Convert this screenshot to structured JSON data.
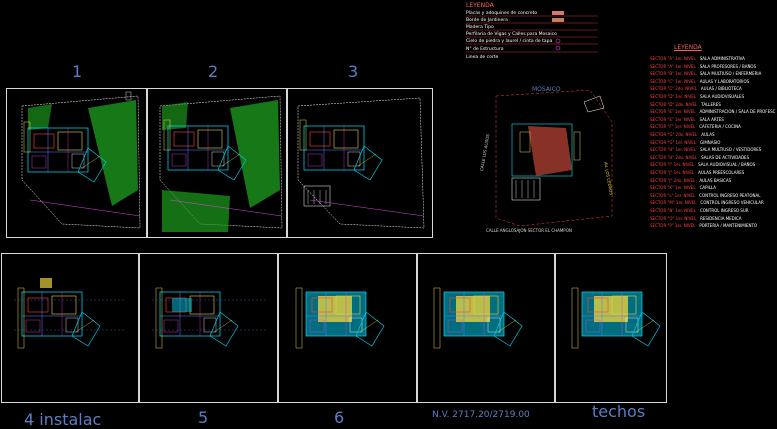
{
  "view_labels": {
    "v1": "1",
    "v2": "2",
    "v3": "3",
    "v4": "4  instalac",
    "v5": "5",
    "v6": "6",
    "v7": "N.V. 2717.20/2719.00",
    "v8": "techos"
  },
  "site_plan": {
    "title": "MOSAICO",
    "street_bottom": "CALLE ANGLOSAJON  SECTOR EL CHAMPON",
    "street_left": "CALLE LOS ALISOS",
    "street_right": "AV. LOS CEDROS"
  },
  "legend": {
    "title": "LEYENDA",
    "rows": [
      "Placas y adoquines de concreto",
      "Borde de Jardinera",
      "Madera Tipo",
      "Perfilaria de Vigas y Calles para Mosaico",
      "Cielo de piedra y laurel / cinta de tapa",
      "N° de Estructura",
      "Linea de corte"
    ]
  },
  "leyenda": {
    "title": "LEYENDA",
    "rows": [
      {
        "code": "SECTOR \"A\"   1er. NIVEL",
        "desc": "SALA ADMINISTRATIVA"
      },
      {
        "code": "SECTOR \"A\"   1er. NIVEL",
        "desc": "SALA PROFESORES / BAÑOS"
      },
      {
        "code": "SECTOR \"B\"   1er. NIVEL",
        "desc": "SALA MULTIUSO / ENFERMERIA"
      },
      {
        "code": "SECTOR \"C\"   1er. NIVEL",
        "desc": "AULAS Y LABORATORIOS"
      },
      {
        "code": "SECTOR \"C\"   2do. NIVEL",
        "desc": "AULAS / BIBLIOTECA"
      },
      {
        "code": "SECTOR \"D\"   1er. NIVEL",
        "desc": "SALA AUDIOVISUALES"
      },
      {
        "code": "SECTOR \"D\"   2do. NIVEL",
        "desc": "TALLERES"
      },
      {
        "code": "SECTOR \"E\"   1er. NIVEL",
        "desc": "ADMINISTRACION / SALA DE PROFESORES"
      },
      {
        "code": "SECTOR \"E\"   1er. NIVEL",
        "desc": "SALA ARTES"
      },
      {
        "code": "SECTOR \"F\"   1er. NIVEL",
        "desc": "CAFETERIA / COCINA"
      },
      {
        "code": "SECTOR \"G\"   2do. NIVEL",
        "desc": "AULAS"
      },
      {
        "code": "SECTOR \"G\"   1er. NIVEL",
        "desc": "GIMNASIO"
      },
      {
        "code": "SECTOR \"H\"   1er. NIVEL",
        "desc": "SALA MULTIUSO / VESTIDORES"
      },
      {
        "code": "SECTOR \"H\"   2do. NIVEL",
        "desc": "SALAS DE ACTIVIDADES"
      },
      {
        "code": "SECTOR \"I\"   1er. NIVEL",
        "desc": "SALA AUDIOVISUAL / BAÑOS"
      },
      {
        "code": "SECTOR \"J\"   1er. NIVEL",
        "desc": "AULAS PREESCOLARES"
      },
      {
        "code": "SECTOR \"J\"   2do. NIVEL",
        "desc": "AULAS BASICAS"
      },
      {
        "code": "SECTOR \"K\"   1er. NIVEL",
        "desc": "CAPILLA"
      },
      {
        "code": "SECTOR \"L\"   1er. NIVEL",
        "desc": "CONTROL INGRESO PEATONAL"
      },
      {
        "code": "SECTOR \"M\"   1er. NIVEL",
        "desc": "CONTROL INGRESO VEHICULAR"
      },
      {
        "code": "SECTOR \"N\"   1er. NIVEL",
        "desc": "CONTROL INGRESO SUR"
      },
      {
        "code": "SECTOR \"O\"   1er. NIVEL",
        "desc": "RESIDENCIA MEDICA"
      },
      {
        "code": "SECTOR \"P\"   1er. NIVEL",
        "desc": "PORTERIA / MANTENIMIENTO"
      }
    ]
  },
  "colors": {
    "frame": "#d8d8d8",
    "label_blue": "#5a7fc4",
    "green": "#1ea01e",
    "cyan": "#00c8e6",
    "yellow": "#e6d23c",
    "red": "#ff4040",
    "magenta": "#e040e0"
  }
}
